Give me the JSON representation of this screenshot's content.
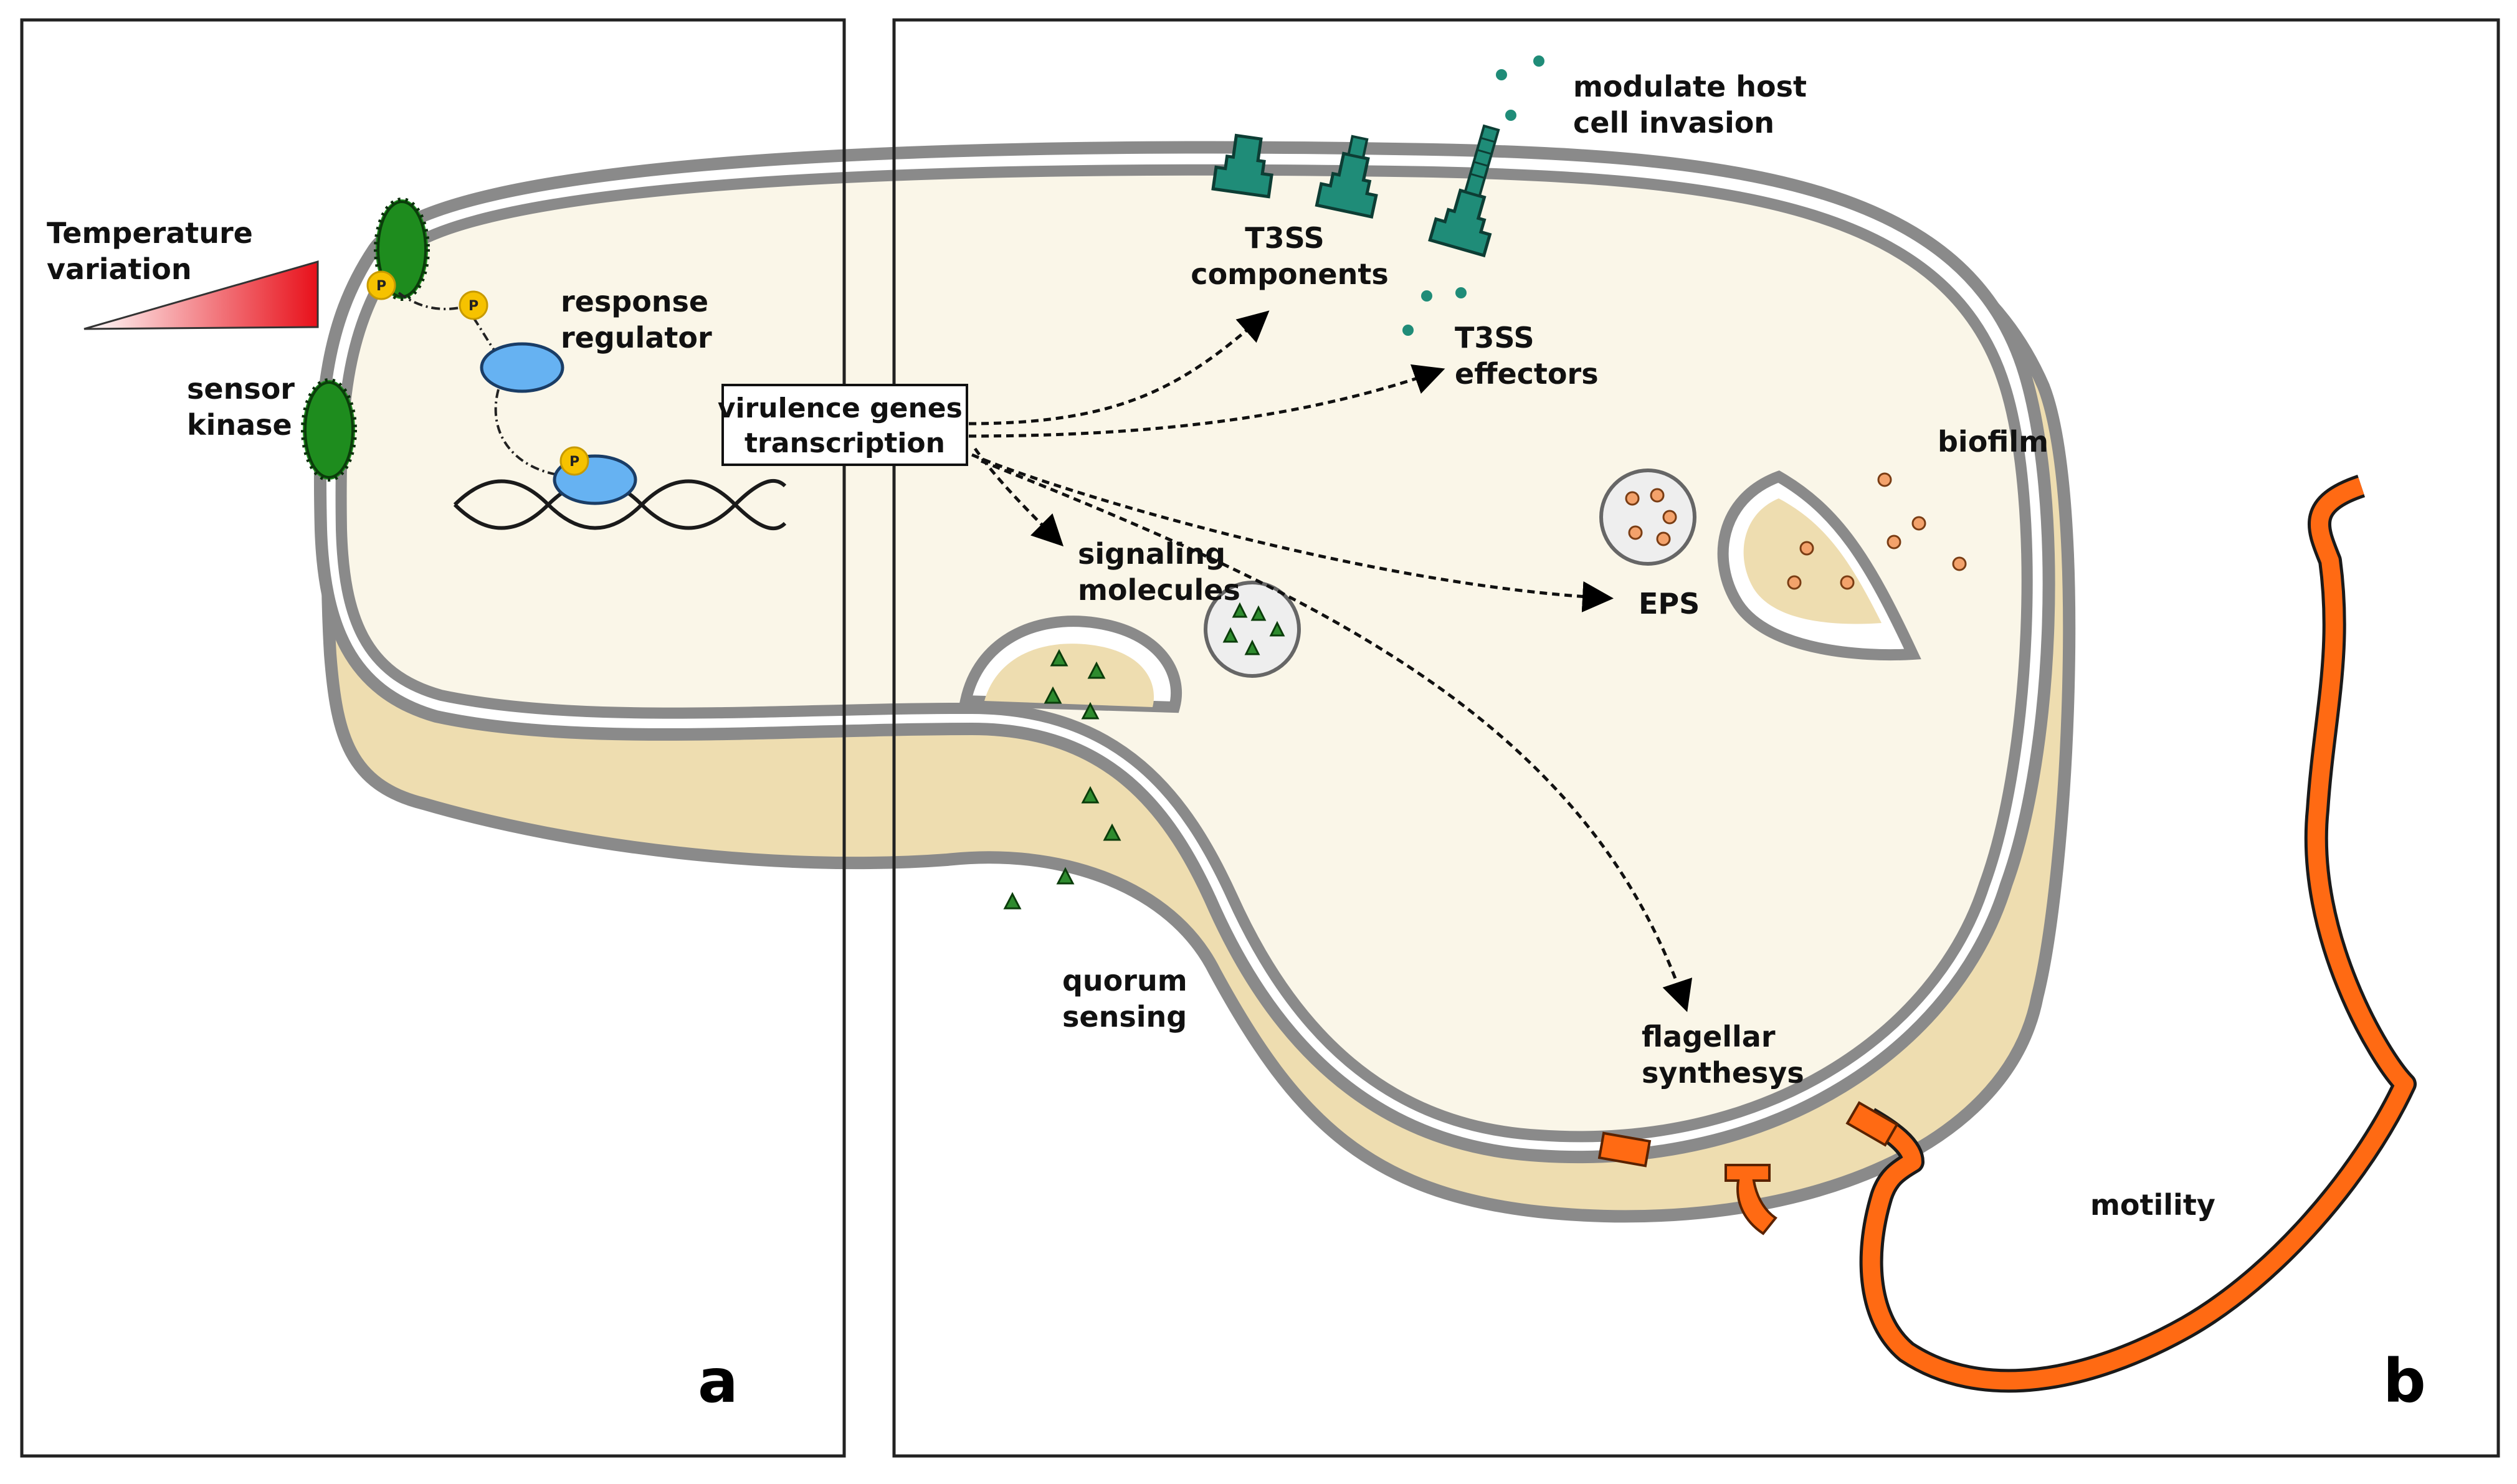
{
  "panels": {
    "a": "a",
    "b": "b"
  },
  "labels": {
    "temperature": [
      "Temperature",
      "variation"
    ],
    "sensor_kinase": [
      "sensor",
      "kinase"
    ],
    "response_regulator": [
      "response",
      "regulator"
    ],
    "virulence": [
      "virulence genes",
      "transcription"
    ],
    "t3ss_components": [
      "T3SS",
      "components"
    ],
    "t3ss_effectors": [
      "T3SS",
      "effectors"
    ],
    "modulate": [
      "modulate host",
      "cell invasion"
    ],
    "signaling": [
      "signaling",
      "molecules"
    ],
    "eps": "EPS",
    "biofilm": "biofilm",
    "quorum": [
      "quorum",
      "sensing"
    ],
    "flagellar": [
      "flagellar",
      "synthesys"
    ],
    "motility": "motility",
    "phospho": "P"
  },
  "colors": {
    "cytoplasm": "#faf6e8",
    "periplasm": "#eeddb0",
    "membrane": "#8a8a8a",
    "sensor": "#1e8c1e",
    "phosphate": "#f6c200",
    "regulator": "#66b2f2",
    "t3ss": "#1f8c78",
    "flagellum": "#ff6a13",
    "biofilm_dot": "#f3a26b",
    "signal": "#2e8b2e"
  },
  "icons": [
    "temperature-wedge-icon",
    "sensor-kinase-icon",
    "phosphate-icon",
    "response-regulator-icon",
    "dna-helix-icon",
    "t3ss-needle-icon",
    "vesicle-icon",
    "flagellum-icon"
  ]
}
